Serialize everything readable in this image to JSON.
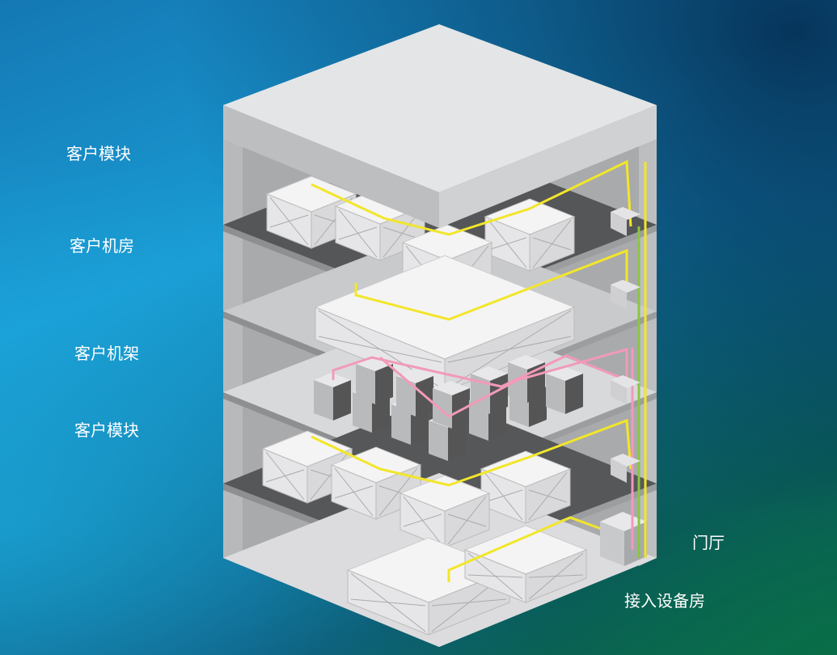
{
  "labels": {
    "module_top": "客户模块",
    "room": "客户机房",
    "rack": "客户机架",
    "module_bottom": "客户模块",
    "lobby": "门厅",
    "access_room": "接入设备房"
  },
  "colors": {
    "cable_yellow": "#f2e62a",
    "cable_pink": "#f29ab8",
    "cable_green": "#8cc63f"
  }
}
